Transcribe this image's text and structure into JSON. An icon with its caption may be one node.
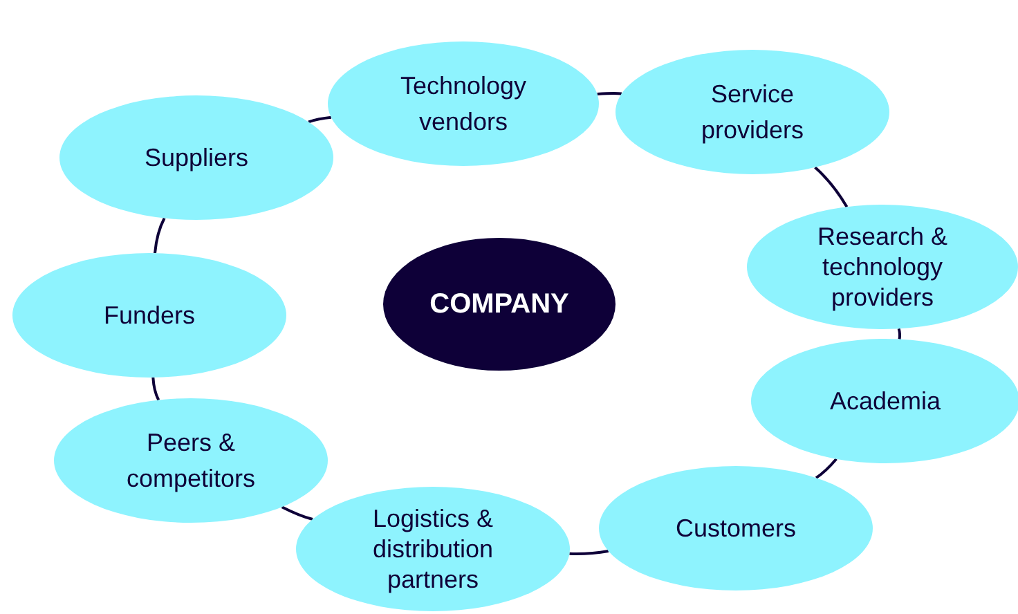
{
  "diagram": {
    "nodes": [
      {
        "text": [
          "Technology vendors"
        ]
      },
      {
        "text": [
          "Service providers"
        ]
      },
      {
        "text": [
          "Suppliers"
        ]
      },
      {
        "text": [
          "Research & technology providers"
        ]
      },
      {
        "text": [
          "Funders"
        ]
      },
      {
        "text": [
          "COMPANY"
        ]
      },
      {
        "text": [
          "Academia"
        ]
      },
      {
        "text": [
          "Peers & competitors"
        ]
      },
      {
        "text": [
          "Customers"
        ]
      },
      {
        "text": [
          "Logistics & distribution partners"
        ]
      }
    ],
    "edges": [
      {
        "from": 2,
        "to": 0,
        "arrow": "none"
      },
      {
        "from": 0,
        "to": 1,
        "arrow": "none"
      },
      {
        "from": 1,
        "to": 3,
        "arrow": "none"
      },
      {
        "from": 3,
        "to": 6,
        "arrow": "none"
      },
      {
        "from": 6,
        "to": 8,
        "arrow": "none"
      },
      {
        "from": 8,
        "to": 9,
        "arrow": "none"
      },
      {
        "from": 9,
        "to": 7,
        "arrow": "none"
      },
      {
        "from": 7,
        "to": 4,
        "arrow": "none"
      },
      {
        "from": 4,
        "to": 2,
        "arrow": "none"
      }
    ]
  }
}
